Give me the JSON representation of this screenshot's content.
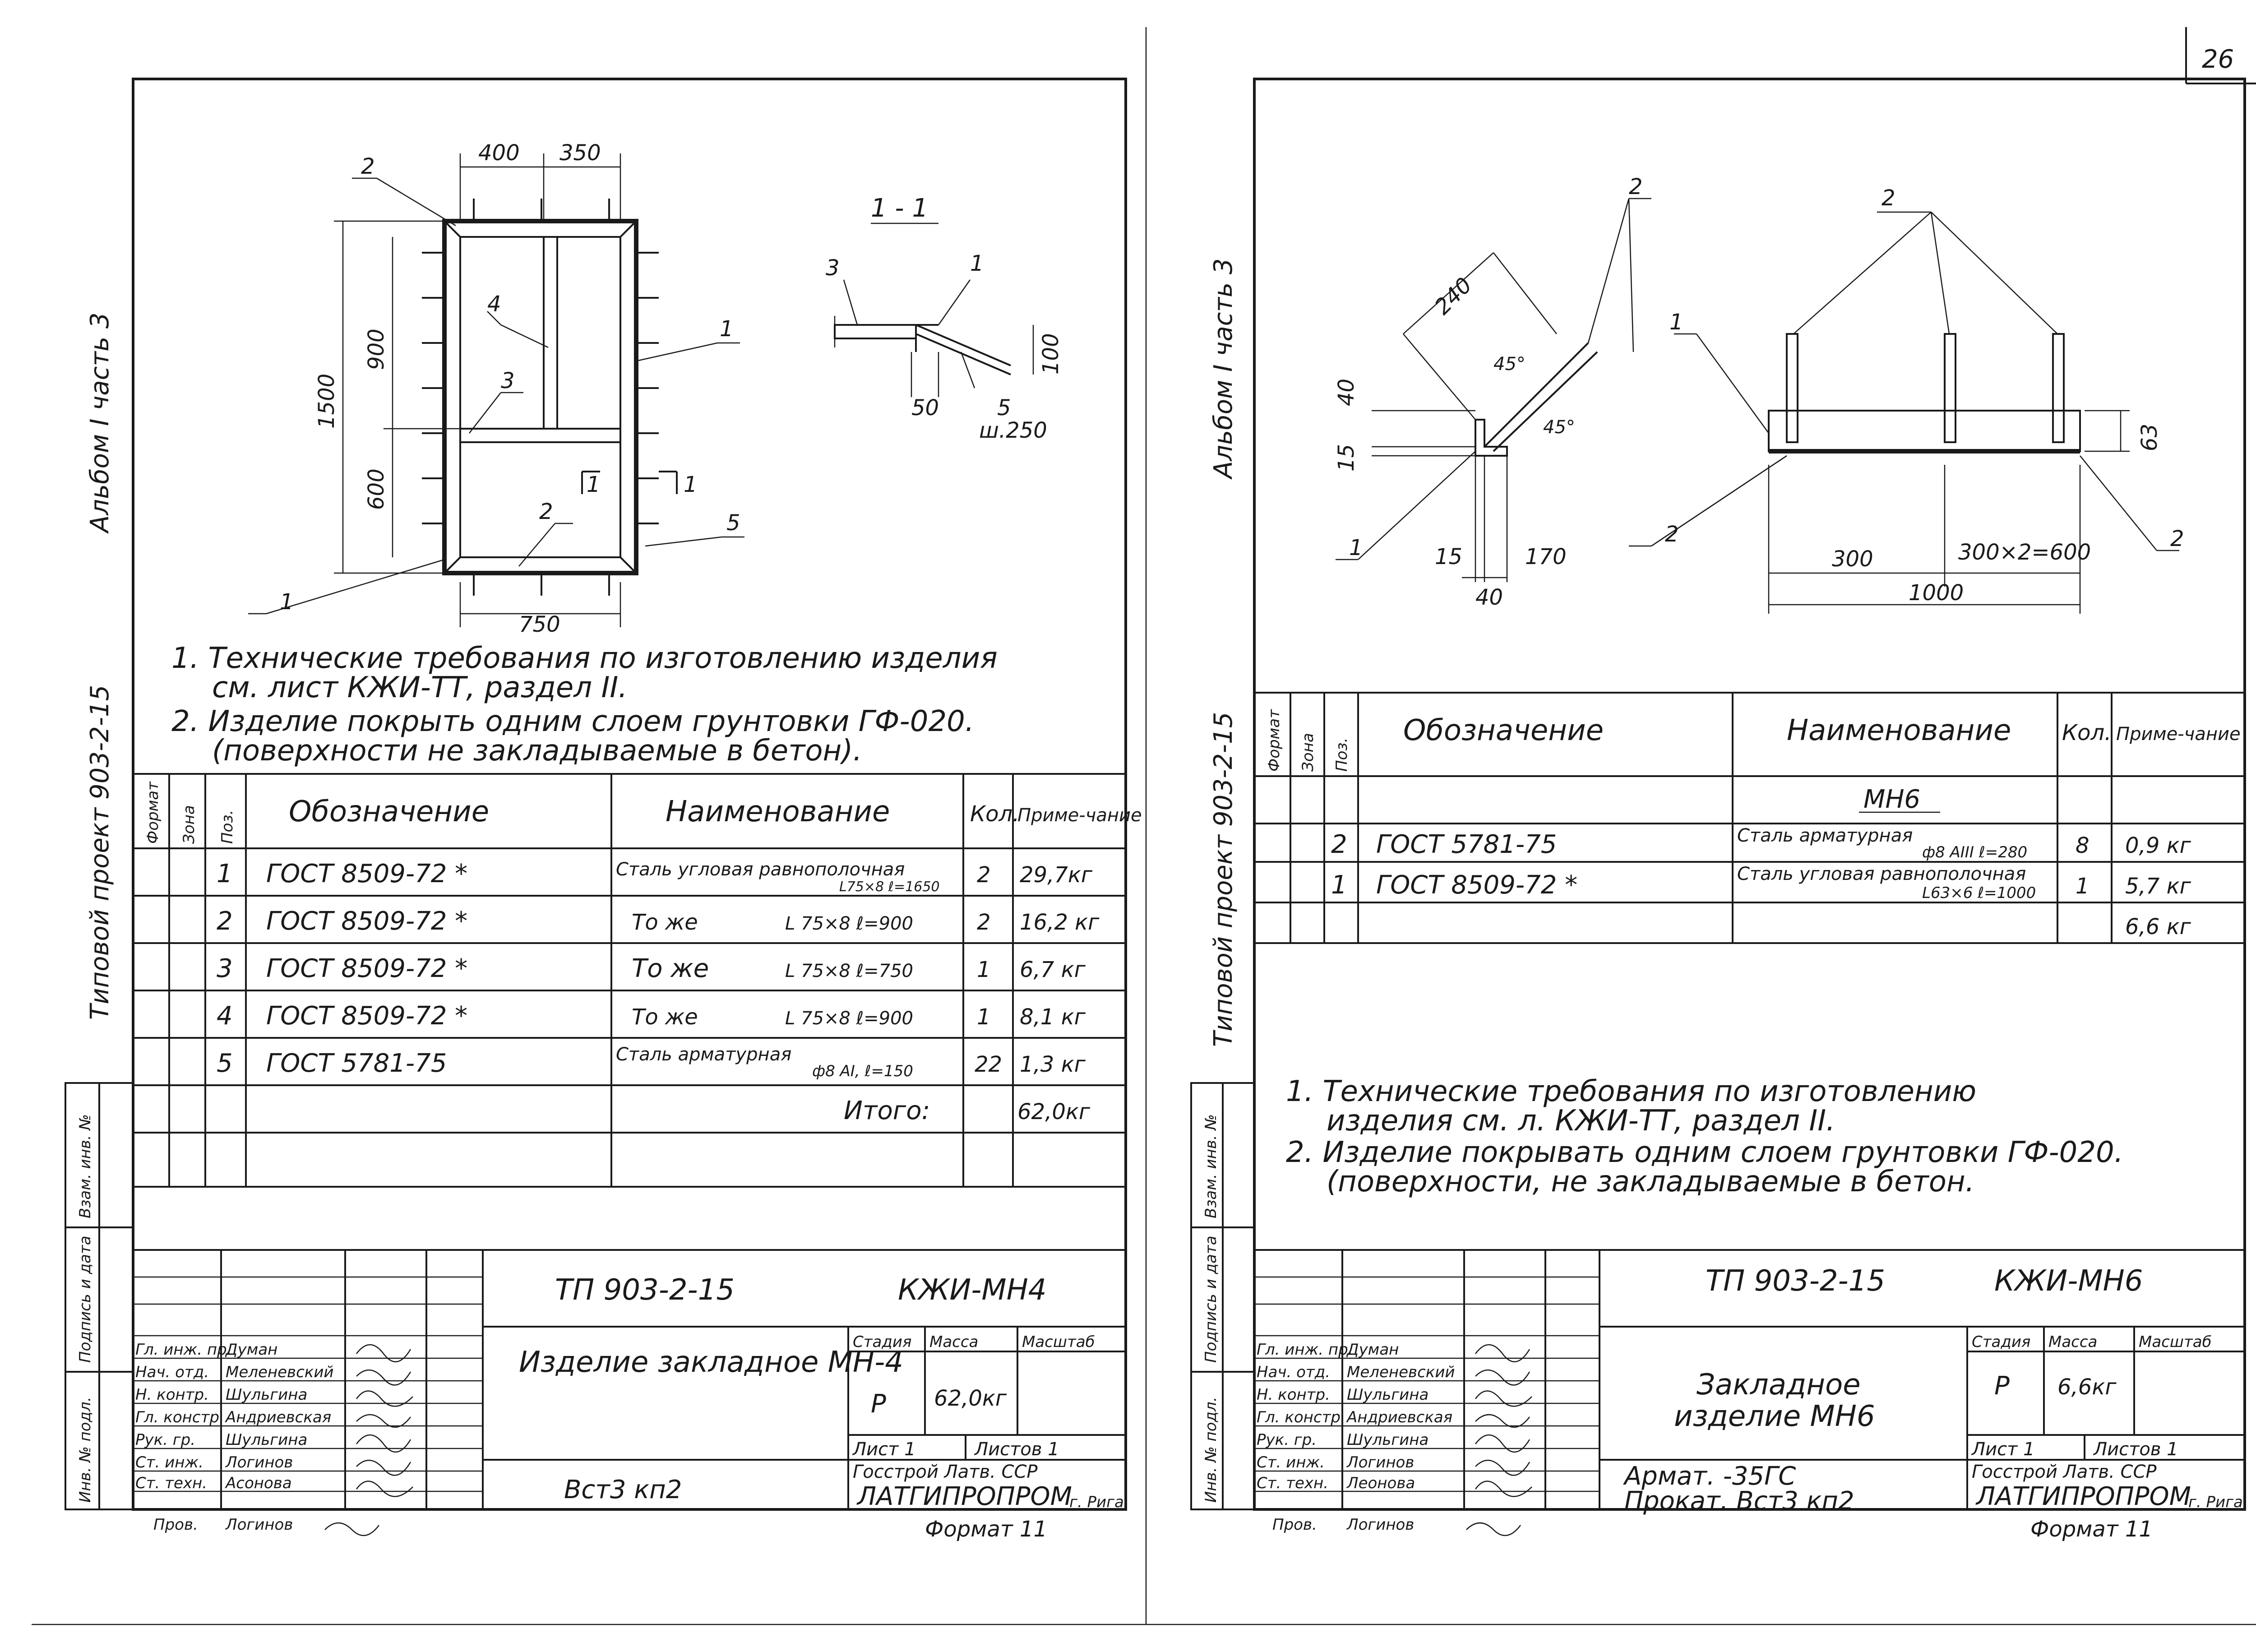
{
  "page_number": "26",
  "sheets": [
    {
      "side_stamp": {
        "album": "Альбом I часть 3",
        "project": "Типовой проект 903-2-15",
        "boxes": [
          "Взам. инв. №",
          "Подпись и дата",
          "Инв. № подл."
        ]
      },
      "drawing": {
        "dims": [
          "400",
          "350",
          "900",
          "1500",
          "600",
          "750"
        ],
        "callouts": [
          "2",
          "4",
          "3",
          "1",
          "2",
          "5",
          "1"
        ],
        "section_mark": "1",
        "section_title": "1 - 1",
        "section_callouts": [
          "3",
          "1",
          "5"
        ],
        "section_dims": [
          "50",
          "ш.250",
          "100"
        ]
      },
      "notes": [
        "1. Технические требования по изготовлению изделия",
        "см. лист КЖИ-ТТ, раздел II.",
        "2. Изделие покрыть одним слоем грунтовки ГФ-020.",
        "(поверхности не закладываемые в бетон)."
      ],
      "spec_header": [
        "Формат",
        "Зона",
        "Поз.",
        "Обозначение",
        "Наименование",
        "Кол.",
        "Приме-чание"
      ],
      "spec_rows": [
        {
          "pos": "1",
          "designation": "ГОСТ 8509-72 *",
          "name": "Сталь угловая равнополочная",
          "size": "L75×8 ℓ=1650",
          "qty": "2",
          "note": "29,7кг"
        },
        {
          "pos": "2",
          "designation": "ГОСТ 8509-72 *",
          "name": "То же",
          "size": "L 75×8 ℓ=900",
          "qty": "2",
          "note": "16,2 кг"
        },
        {
          "pos": "3",
          "designation": "ГОСТ 8509-72 *",
          "name": "То же",
          "size": "L 75×8 ℓ=750",
          "qty": "1",
          "note": "6,7 кг"
        },
        {
          "pos": "4",
          "designation": "ГОСТ 8509-72 *",
          "name": "То же",
          "size": "L 75×8 ℓ=900",
          "qty": "1",
          "note": "8,1 кг"
        },
        {
          "pos": "5",
          "designation": "ГОСТ 5781-75",
          "name": "Сталь арматурная",
          "size": "ф8 АI, ℓ=150",
          "qty": "22",
          "note": "1,3 кг"
        }
      ],
      "total_label": "Итого:",
      "total_value": "62,0кг",
      "title_block": {
        "code": "ТП 903-2-15",
        "mark": "КЖИ-МН4",
        "title": "Изделие закладное МН-4",
        "material": "Вст3 кп2",
        "stage_label": "Стадия",
        "mass_label": "Масса",
        "scale_label": "Масштаб",
        "stage": "Р",
        "mass": "62,0кг",
        "sheet": "Лист 1",
        "sheets": "Листов 1",
        "org1": "Госстрой Латв. ССР",
        "org2": "ЛАТГИПРОПРОМ",
        "city": "г. Рига",
        "format": "Формат 11",
        "signers": [
          [
            "Гл. инж. пр.",
            "Думан"
          ],
          [
            "Нач. отд.",
            "Меленевский"
          ],
          [
            "Н. контр.",
            "Шульгина"
          ],
          [
            "Гл. констр.",
            "Андриевская"
          ],
          [
            "Рук. гр.",
            "Шульгина"
          ],
          [
            "Ст. инж.",
            "Логинов"
          ],
          [
            "Ст. техн.",
            "Асонова"
          ],
          [
            "Пров.",
            "Логинов"
          ]
        ]
      }
    },
    {
      "side_stamp": {
        "album": "Альбом I часть 3",
        "project": "Типовой проект 903-2-15",
        "boxes": [
          "Взам. инв. №",
          "Подпись и дата",
          "Инв. № подл."
        ]
      },
      "drawing": {
        "dims_left": [
          "240",
          "45°",
          "45°",
          "40",
          "15",
          "15",
          "170",
          "40"
        ],
        "dims_right": [
          "300",
          "300×2=600",
          "1000",
          "63"
        ],
        "callouts": [
          "2",
          "2",
          "1",
          "1",
          "2",
          "2"
        ]
      },
      "spec_header": [
        "Формат",
        "Зона",
        "Поз.",
        "Обозначение",
        "Наименование",
        "Кол.",
        "Приме-чание"
      ],
      "group_title": "МН6",
      "spec_rows": [
        {
          "pos": "2",
          "designation": "ГОСТ 5781-75",
          "name": "Сталь арматурная",
          "size": "ф8 АIII ℓ=280",
          "qty": "8",
          "note": "0,9 кг"
        },
        {
          "pos": "1",
          "designation": "ГОСТ 8509-72 *",
          "name": "Сталь угловая равнополочная",
          "size": "L63×6 ℓ=1000",
          "qty": "1",
          "note": "5,7 кг"
        }
      ],
      "total_value": "6,6 кг",
      "notes": [
        "1. Технические требования по изготовлению",
        "изделия см. л. КЖИ-ТТ, раздел II.",
        "2. Изделие покрывать одним слоем грунтовки ГФ-020.",
        "(поверхности, не закладываемые в бетон."
      ],
      "title_block": {
        "code": "ТП 903-2-15",
        "mark": "КЖИ-МН6",
        "title_line1": "Закладное",
        "title_line2": "изделие МН6",
        "armat": "Армат. -35ГС",
        "prokat": "Прокат. Вст3 кп2",
        "stage_label": "Стадия",
        "mass_label": "Масса",
        "scale_label": "Масштаб",
        "stage": "Р",
        "mass": "6,6кг",
        "sheet": "Лист 1",
        "sheets": "Листов 1",
        "org1": "Госстрой Латв. ССР",
        "org2": "ЛАТГИПРОПРОМ",
        "city": "г. Рига",
        "format": "Формат 11",
        "signers": [
          [
            "Гл. инж. пр.",
            "Думан"
          ],
          [
            "Нач. отд.",
            "Меленевский"
          ],
          [
            "Н. контр.",
            "Шульгина"
          ],
          [
            "Гл. констр.",
            "Андриевская"
          ],
          [
            "Рук. гр.",
            "Шульгина"
          ],
          [
            "Ст. инж.",
            "Логинов"
          ],
          [
            "Ст. техн.",
            "Леонова"
          ],
          [
            "Пров.",
            "Логинов"
          ]
        ]
      }
    }
  ]
}
